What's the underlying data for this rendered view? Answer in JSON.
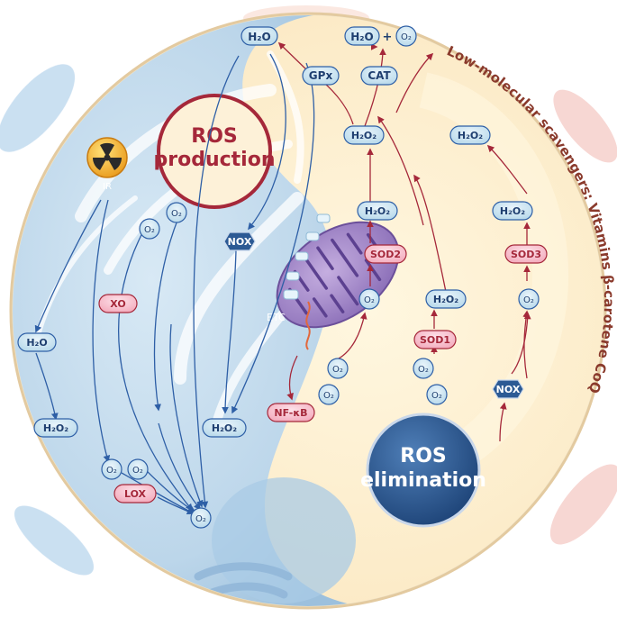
{
  "colors": {
    "production_bg": "#cfe3f1",
    "elimination_bg": "#fdf0d2",
    "production_arrow": "#2e5fa6",
    "elimination_arrow": "#a5283a",
    "title_ring": "#a5283a",
    "elimination_circle": "#2d5b94",
    "vertical_text": "#8a3a2c"
  },
  "titles": {
    "production_line1": "ROS",
    "production_line2": "production",
    "elimination_line1": "ROS",
    "elimination_line2": "elimination"
  },
  "side_text": "Low-molecular scavengers: Vitamins   β-carotene   CoQ",
  "icons": {
    "radiation": "radiation-icon",
    "mitochondrion": "mitochondrion-icon",
    "nucleus": "nucleus-shape",
    "golgi": "golgi-shape"
  },
  "labels": {
    "ir": "IR",
    "etc": "ETC",
    "water_top": "H₂O",
    "water_cat": "H₂O",
    "plus": "+",
    "o2_cat": "O₂",
    "gpx": "GPx",
    "cat": "CAT",
    "h2o2_center_top": "H₂O₂",
    "h2o2_right_top": "H₂O₂",
    "h2o2_mito": "H₂O₂",
    "h2o2_right_mid": "H₂O₂",
    "h2o2_sod1": "H₂O₂",
    "sod2": "SOD2",
    "sod3": "SOD3",
    "sod1": "SOD1",
    "o2_mito": "O₂",
    "o2_sod3": "O₂",
    "o2_e1": "O₂",
    "o2_e2": "O₂",
    "o2_e3": "O₂",
    "o2_e4": "O₂",
    "nox_right": "NOX",
    "nfkb": "NF-κB",
    "o2_p1": "O₂",
    "o2_p2": "O₂",
    "nox_left": "NOX",
    "xo": "XO",
    "h2o_left": "H₂O",
    "h2o2_left": "H₂O₂",
    "h2o2_mid": "H₂O₂",
    "o2_lox1": "O₂",
    "o2_lox2": "O₂",
    "lox": "LOX",
    "o2_bottom": "O₂"
  }
}
